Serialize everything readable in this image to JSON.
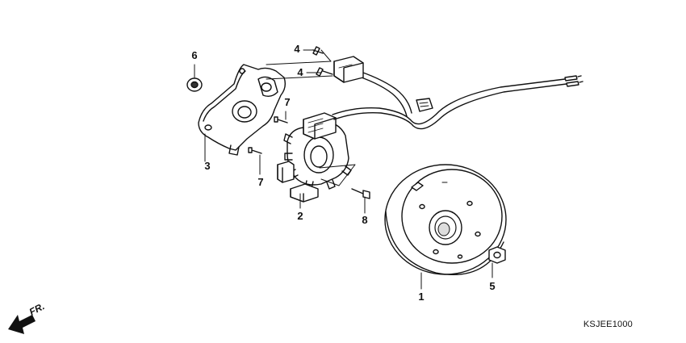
{
  "callouts": [
    {
      "id": "1",
      "label": "1"
    },
    {
      "id": "2",
      "label": "2"
    },
    {
      "id": "3",
      "label": "3"
    },
    {
      "id": "4a",
      "label": "4"
    },
    {
      "id": "4b",
      "label": "4"
    },
    {
      "id": "5",
      "label": "5"
    },
    {
      "id": "6",
      "label": "6"
    },
    {
      "id": "7a",
      "label": "7"
    },
    {
      "id": "7b",
      "label": "7"
    },
    {
      "id": "8",
      "label": "8"
    }
  ],
  "direction_label": "FR.",
  "diagram_code": "KSJEE1000"
}
